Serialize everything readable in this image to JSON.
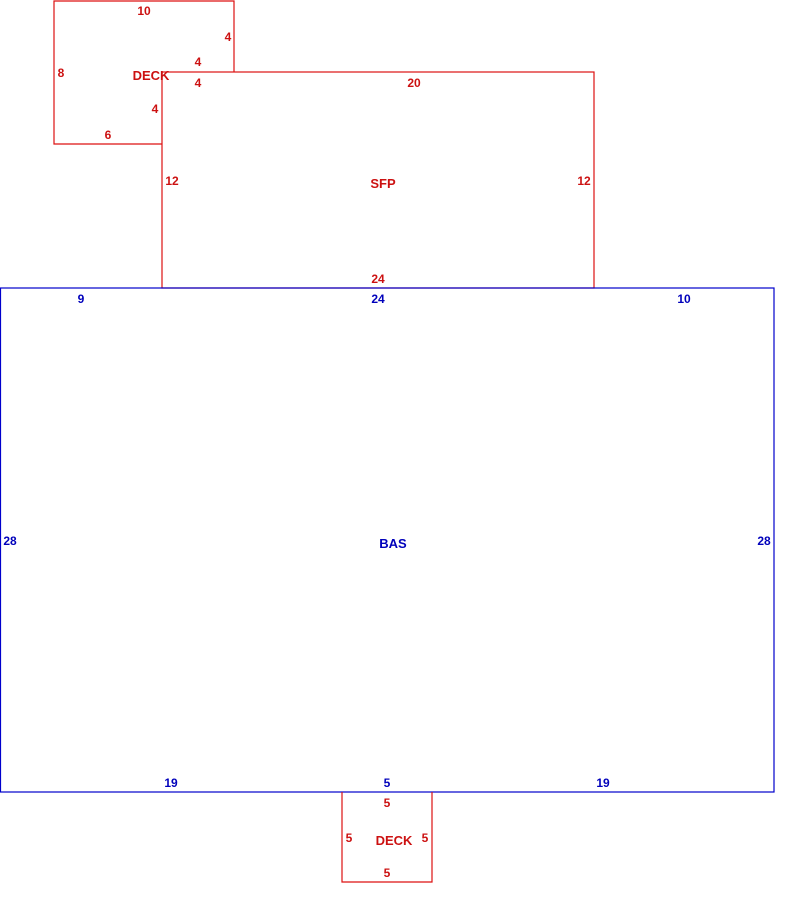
{
  "colors": {
    "main_outline": "#0000cc",
    "addition_outline": "#dd1111",
    "main_text": "#0000bb",
    "addition_text": "#cc1111"
  },
  "sketch": {
    "deck_top": {
      "label": "DECK",
      "dims": {
        "top": "10",
        "right_upper": "4",
        "step_top": "4",
        "step_side": "4",
        "inner_right": "4",
        "left": "8",
        "bottom": "6"
      }
    },
    "sfp": {
      "label": "SFP",
      "dims": {
        "top": "20",
        "left": "12",
        "right": "12",
        "bottom": "24"
      }
    },
    "bas": {
      "label": "BAS",
      "dims": {
        "top_left": "9",
        "top_mid": "24",
        "top_right": "10",
        "left": "28",
        "right": "28",
        "bottom_left": "19",
        "bottom_mid": "5",
        "bottom_right": "19"
      }
    },
    "deck_bottom": {
      "label": "DECK",
      "dims": {
        "top": "5",
        "left": "5",
        "right": "5",
        "bottom": "5"
      }
    }
  }
}
